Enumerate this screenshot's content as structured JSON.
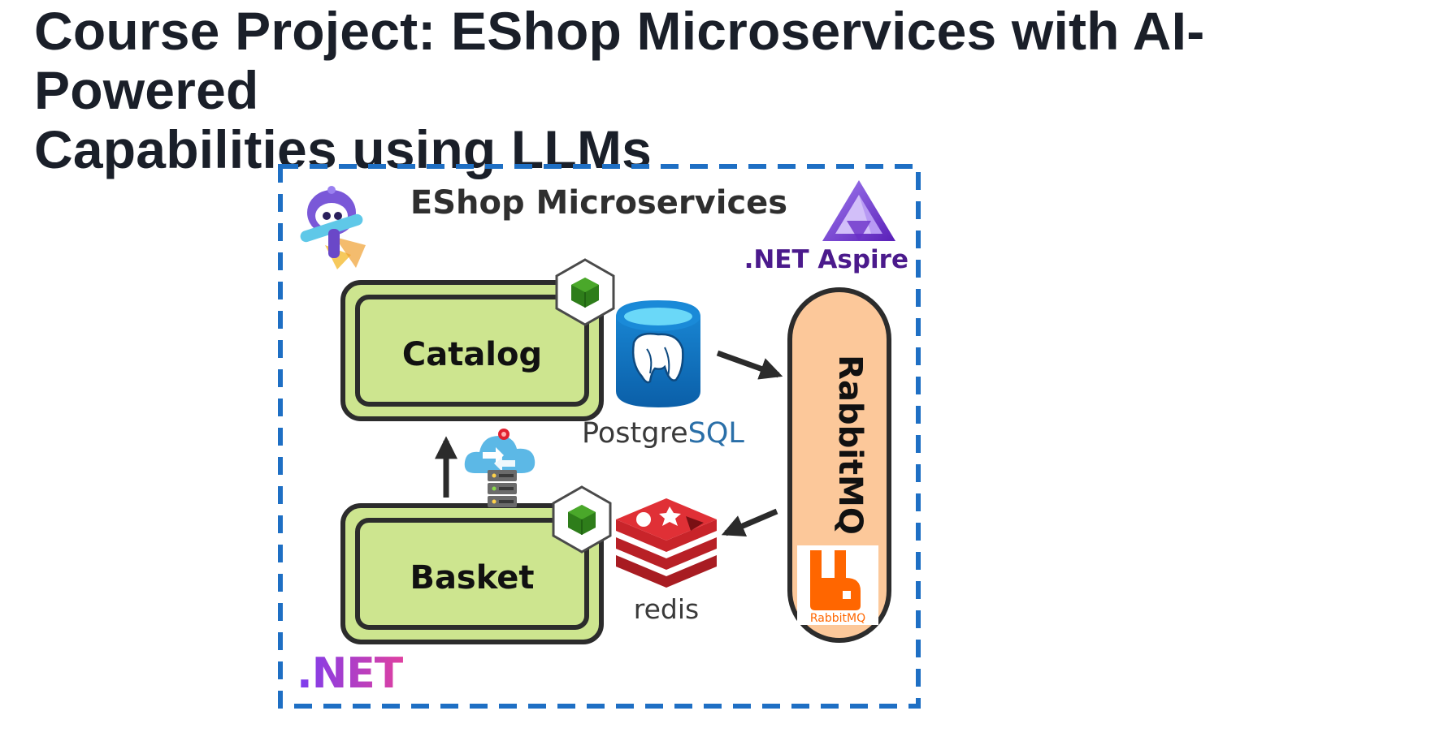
{
  "title": {
    "line1": "Course Project: EShop Microservices with AI-Powered",
    "line2": "Capabilities using LLMs"
  },
  "diagram": {
    "boundary_label": "EShop Microservices",
    "aspire_label": ".NET Aspire",
    "dotnet_label": ".NET",
    "services": {
      "catalog": "Catalog",
      "basket": "Basket"
    },
    "databases": {
      "postgres_prefix": "Postgre",
      "postgres_suffix": "SQL",
      "redis": "redis"
    },
    "message_broker": {
      "label": "RabbitMQ",
      "logo_text": "RabbitMQ"
    }
  },
  "icons": [
    "dotnet-bot-icon",
    "aspire-logo-icon",
    "container-cube-icon",
    "postgresql-icon",
    "api-gateway-cloud-icon",
    "redis-icon",
    "rabbitmq-logo-icon"
  ],
  "colors": {
    "title": "#1a1f29",
    "boundary": "#1e6fc4",
    "service_fill": "#cde58f",
    "service_border": "#2c2c2c",
    "broker_fill": "#fcc89a",
    "aspire": "#4b1a8c",
    "dotnet_gradient": [
      "#7a3df0",
      "#e040a0"
    ],
    "postgres": "#0e75c4",
    "redis": "#c8242a",
    "rabbitmq": "#ff6600",
    "container_cube": "#2e7d1a"
  }
}
